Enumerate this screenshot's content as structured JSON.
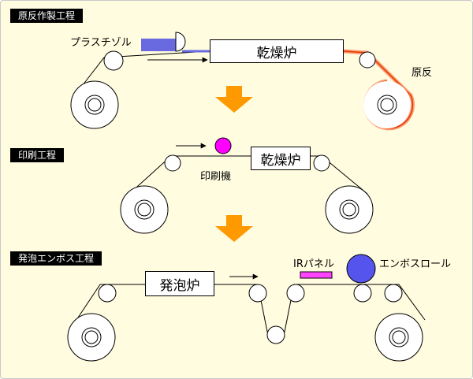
{
  "sections": {
    "s1": {
      "title": "原反作製工程"
    },
    "s2": {
      "title": "印刷工程"
    },
    "s3": {
      "title": "発泡エンボス工程"
    }
  },
  "processes": {
    "dryer_1": "乾燥炉",
    "dryer_2": "乾燥炉",
    "foaming_oven": "発泡炉"
  },
  "labels": {
    "plastisol": "プラスチゾル",
    "raw_sheet": "原反",
    "printer": "印刷機",
    "ir_panel": "IRパネル",
    "emboss_roll": "エンボスロール"
  },
  "colors": {
    "background": "#fffce0",
    "film_line": "#000000",
    "plastisol": "#6a6ae0",
    "raw_sheet_line": "#e03a00",
    "raw_sheet_glow": "#ff9a70",
    "printer": "#ff00ff",
    "ir_panel": "#ff44ff",
    "emboss_roll": "#5555ee",
    "transition_arrow": "#ff9900"
  },
  "icons": {
    "transition": "down-arrow-icon",
    "direction": "right-arrow-icon",
    "roll": "reel-icon"
  }
}
